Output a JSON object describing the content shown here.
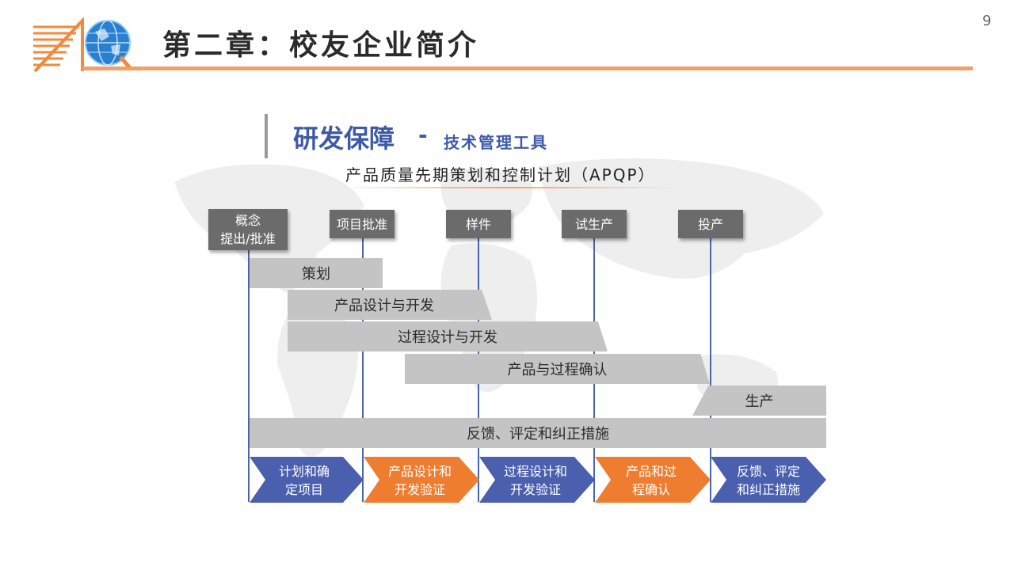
{
  "header": {
    "title": "第二章：校友企业简介",
    "page_number": "9"
  },
  "section": {
    "main": "研发保障",
    "dash": "-",
    "sub": "技术管理工具"
  },
  "diagram_title": "产品质量先期策划和控制计划（APQP）",
  "milestones": [
    {
      "line1": "概念",
      "line2": "提出/批准"
    },
    {
      "line1": "项目批准"
    },
    {
      "line1": "样件"
    },
    {
      "line1": "试生产"
    },
    {
      "line1": "投产"
    }
  ],
  "phases": [
    "策划",
    "产品设计与开发",
    "过程设计与开发",
    "产品与过程确认",
    "生产",
    "反馈、评定和纠正措施"
  ],
  "steps": [
    {
      "line1": "计划和确",
      "line2": "定项目",
      "color": "#4a5fae"
    },
    {
      "line1": "产品设计和",
      "line2": "开发验证",
      "color": "#ef7d2f"
    },
    {
      "line1": "过程设计和",
      "line2": "开发验证",
      "color": "#4a5fae"
    },
    {
      "line1": "产品和过",
      "line2": "程确认",
      "color": "#ef7d2f"
    },
    {
      "line1": "反馈、评定",
      "line2": "和纠正措施",
      "color": "#4a5fae"
    }
  ],
  "colors": {
    "accent_blue": "#3d5aa7",
    "accent_orange": "#f0a06a",
    "bar_gray": "#c4c4c4",
    "milestone_gray": "#6b6b6b"
  },
  "icons": [
    "aq-logo-icon",
    "globe-icon",
    "world-map-icon"
  ]
}
